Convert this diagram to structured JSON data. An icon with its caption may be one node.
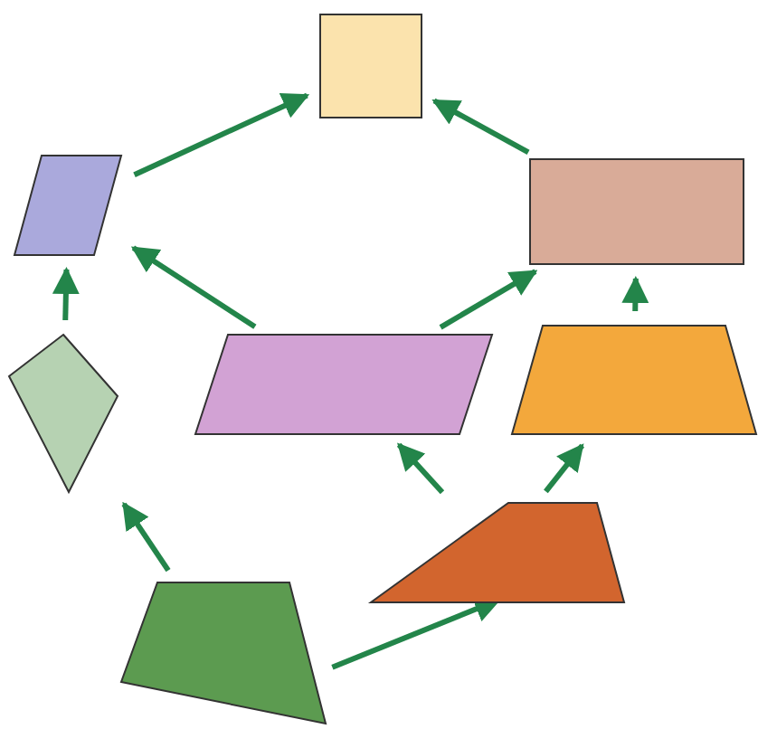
{
  "diagram": {
    "nodes": [
      {
        "text": [],
        "shape": "square"
      },
      {
        "text": [],
        "shape": "rhombus"
      },
      {
        "text": [],
        "shape": "rectangle"
      },
      {
        "text": [],
        "shape": "kite"
      },
      {
        "text": [],
        "shape": "parallelogram"
      },
      {
        "text": [],
        "shape": "trapezoid"
      },
      {
        "text": [],
        "shape": "trapezoid"
      },
      {
        "text": [],
        "shape": "quadrilateral"
      }
    ],
    "edges": [
      {
        "from": 1,
        "to": 0,
        "arrow": "to"
      },
      {
        "from": 2,
        "to": 0,
        "arrow": "to"
      },
      {
        "from": 3,
        "to": 1,
        "arrow": "to"
      },
      {
        "from": 4,
        "to": 1,
        "arrow": "to"
      },
      {
        "from": 4,
        "to": 2,
        "arrow": "to"
      },
      {
        "from": 5,
        "to": 2,
        "arrow": "to"
      },
      {
        "from": 6,
        "to": 4,
        "arrow": "to"
      },
      {
        "from": 6,
        "to": 5,
        "arrow": "to"
      },
      {
        "from": 7,
        "to": 3,
        "arrow": "to"
      },
      {
        "from": 7,
        "to": 6,
        "arrow": "to"
      }
    ]
  }
}
